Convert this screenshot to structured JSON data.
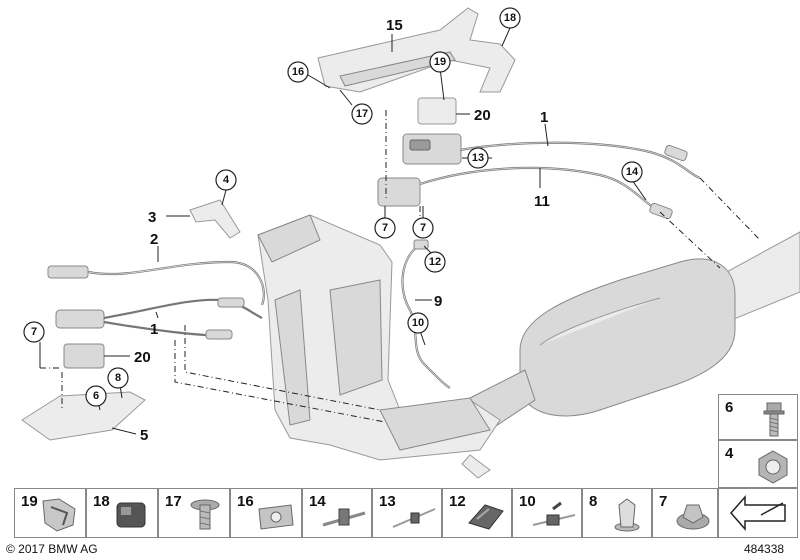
{
  "callouts": {
    "c15": "15",
    "c18": "18",
    "c16": "16",
    "c17": "17",
    "c19": "19",
    "c20a": "20",
    "c1a": "1",
    "c13": "13",
    "c11": "11",
    "c14": "14",
    "c7a": "7",
    "c7b": "7",
    "c12": "12",
    "c9": "9",
    "c10": "10",
    "c4": "4",
    "c3": "3",
    "c2": "2",
    "c1b": "1",
    "c7c": "7",
    "c20b": "20",
    "c8": "8",
    "c6": "6",
    "c5": "5"
  },
  "legend_right": [
    {
      "num": "6",
      "icon": "bolt-icon"
    },
    {
      "num": "4",
      "icon": "hex-nut-icon"
    }
  ],
  "legend_bottom": [
    {
      "num": "19",
      "icon": "cable-holder-icon"
    },
    {
      "num": "18",
      "icon": "connector-icon"
    },
    {
      "num": "17",
      "icon": "collar-screw-icon"
    },
    {
      "num": "16",
      "icon": "spring-nut-icon"
    },
    {
      "num": "14",
      "icon": "cable-clip-icon"
    },
    {
      "num": "13",
      "icon": "cable-tie-icon"
    },
    {
      "num": "12",
      "icon": "rubber-grommet-icon"
    },
    {
      "num": "10",
      "icon": "cable-tie-holder-icon"
    },
    {
      "num": "8",
      "icon": "expanding-rivet-icon"
    },
    {
      "num": "7",
      "icon": "flange-nut-icon"
    },
    {
      "num": "",
      "icon": "arrow-icon"
    }
  ],
  "footer": {
    "copyright": "© 2017 BMW AG",
    "image_id": "484338"
  }
}
